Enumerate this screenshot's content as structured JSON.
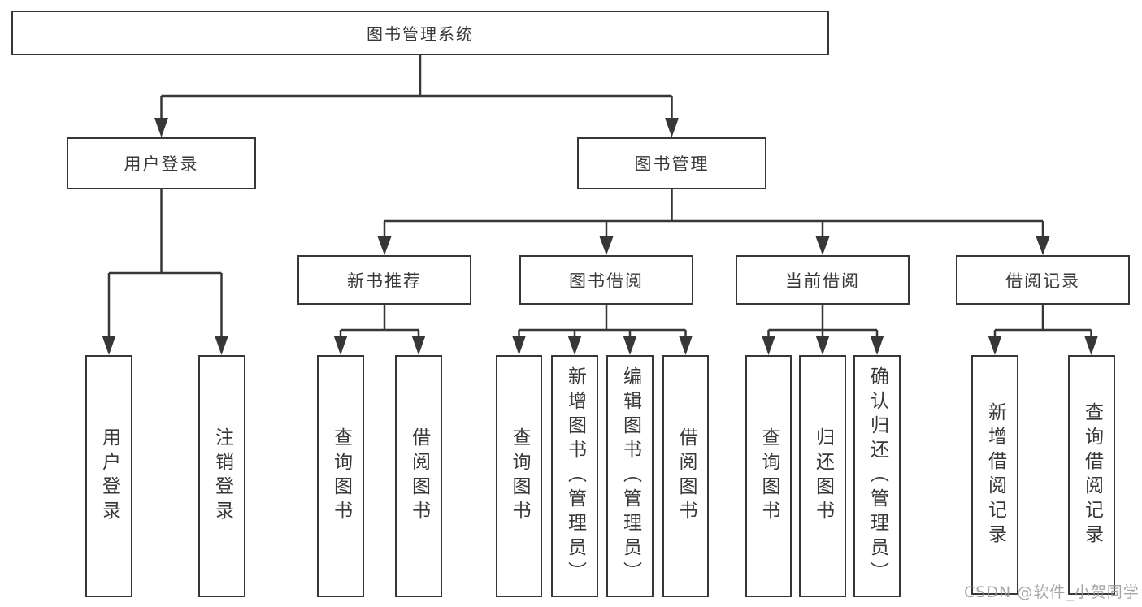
{
  "tree": {
    "root": {
      "label": "图书管理系统"
    },
    "branches": [
      {
        "label": "用户登录",
        "children": [
          {
            "label": "用户登录"
          },
          {
            "label": "注销登录"
          }
        ]
      },
      {
        "label": "图书管理",
        "children": [
          {
            "label": "新书推荐",
            "children": [
              {
                "label": "查询图书"
              },
              {
                "label": "借阅图书"
              }
            ]
          },
          {
            "label": "图书借阅",
            "children": [
              {
                "label": "查询图书"
              },
              {
                "label": "新增图书（管理员）"
              },
              {
                "label": "编辑图书（管理员）"
              },
              {
                "label": "借阅图书"
              }
            ]
          },
          {
            "label": "当前借阅",
            "children": [
              {
                "label": "查询图书"
              },
              {
                "label": "归还图书"
              },
              {
                "label": "确认归还（管理员）"
              }
            ]
          },
          {
            "label": "借阅记录",
            "children": [
              {
                "label": "新增借阅记录"
              },
              {
                "label": "查询借阅记录"
              }
            ]
          }
        ]
      }
    ]
  },
  "watermark": {
    "text": "CSDN @软件_小贺同学"
  },
  "colors": {
    "line": "#373737",
    "box_border": "#373737",
    "text": "#383838",
    "watermark": "#969696",
    "background": "#ffffff"
  }
}
